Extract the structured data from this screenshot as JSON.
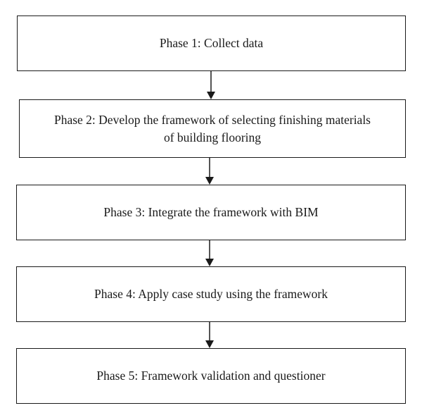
{
  "diagram": {
    "phases": [
      {
        "label": "Phase 1: Collect data"
      },
      {
        "label": "Phase 2: Develop the framework of selecting finishing materials of building flooring"
      },
      {
        "label": "Phase 3: Integrate the framework with BIM"
      },
      {
        "label": "Phase 4: Apply case study using the framework"
      },
      {
        "label": "Phase 5: Framework validation and questioner"
      }
    ],
    "line_color": "#1a1a1a"
  }
}
